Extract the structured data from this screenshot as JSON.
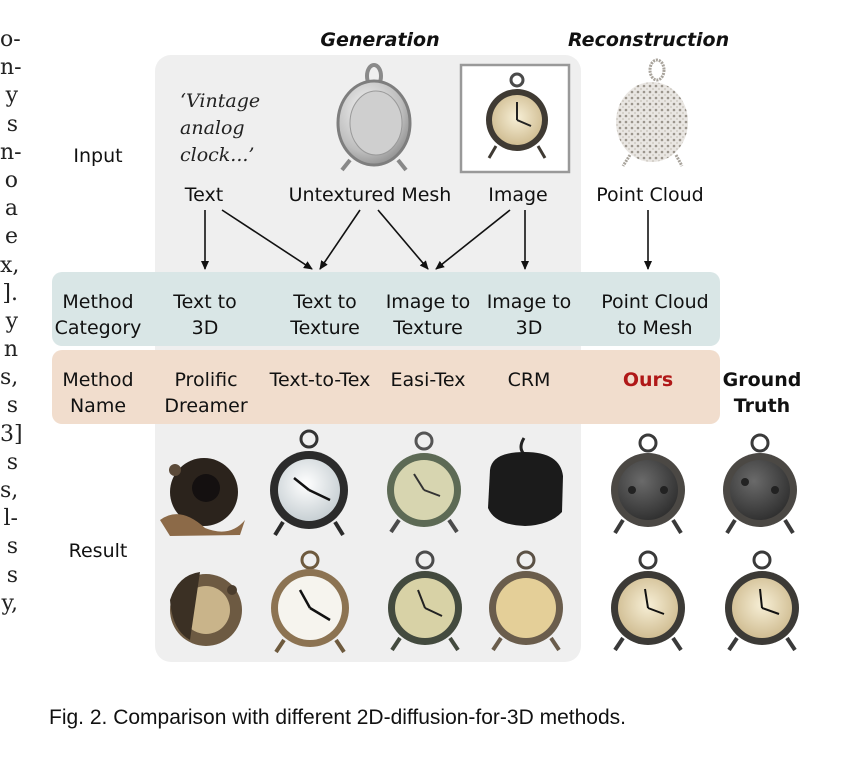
{
  "left_text": [
    "o-",
    "n-",
    "y",
    "s",
    "n-",
    "o",
    "a",
    "e",
    "x,",
    "].",
    "y",
    "n",
    "s,",
    "s",
    "3]",
    "s",
    "s,",
    "l-",
    "s",
    "s",
    "y,"
  ],
  "headers": {
    "generation": "Generation",
    "reconstruction": "Reconstruction"
  },
  "row_labels": {
    "input": "Input",
    "method_category": [
      "Method",
      "Category"
    ],
    "method_name": [
      "Method",
      "Name"
    ],
    "result": "Result"
  },
  "inputs": {
    "quote": [
      "‘Vintage",
      "analog",
      "clock...’"
    ],
    "text": "Text",
    "mesh": "Untextured Mesh",
    "image": "Image",
    "point_cloud": "Point Cloud"
  },
  "categories": [
    [
      "Text to",
      "3D"
    ],
    [
      "Text to",
      "Texture"
    ],
    [
      "Image to",
      "Texture"
    ],
    [
      "Image to",
      "3D"
    ],
    [
      "Point Cloud",
      "to Mesh"
    ]
  ],
  "methods": [
    [
      "Prolific",
      "Dreamer"
    ],
    [
      "Text-to-Tex"
    ],
    [
      "Easi-Tex"
    ],
    [
      "CRM"
    ],
    [
      "Ours"
    ],
    [
      "Ground",
      "Truth"
    ]
  ],
  "ours_color": "#b01818",
  "caption": "Fig. 2. Comparison with different 2D-diffusion-for-3D methods."
}
